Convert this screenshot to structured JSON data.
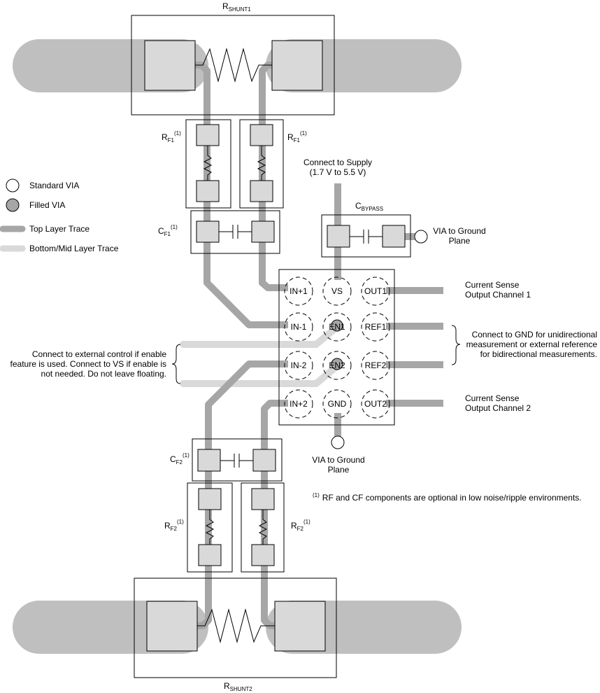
{
  "components": {
    "rshunt1": {
      "main": "R",
      "sub": "SHUNT1"
    },
    "rshunt2": {
      "main": "R",
      "sub": "SHUNT2"
    },
    "rf1": {
      "main": "R",
      "sub": "F1",
      "note": "(1)"
    },
    "rf2": {
      "main": "R",
      "sub": "F2",
      "note": "(1)"
    },
    "cf1": {
      "main": "C",
      "sub": "F1",
      "note": "(1)"
    },
    "cf2": {
      "main": "C",
      "sub": "F2",
      "note": "(1)"
    },
    "cbypass": {
      "main": "C",
      "sub": "BYPASS"
    }
  },
  "legend": {
    "items": [
      {
        "label": "Standard VIA",
        "icon": "white-circle"
      },
      {
        "label": "Filled VIA",
        "icon": "gray-circle"
      },
      {
        "label": "Top Layer Trace",
        "color": "#a6a6a6"
      },
      {
        "label": "Bottom/Mid Layer Trace",
        "color": "#d9d9d9"
      }
    ]
  },
  "ic": {
    "pins": [
      {
        "id": "in1p",
        "label": "IN+1"
      },
      {
        "id": "vs",
        "label": "VS"
      },
      {
        "id": "out1",
        "label": "OUT1"
      },
      {
        "id": "in1m",
        "label": "IN-1"
      },
      {
        "id": "en1",
        "label": "EN1"
      },
      {
        "id": "ref1",
        "label": "REF1"
      },
      {
        "id": "in2m",
        "label": "IN-2"
      },
      {
        "id": "en2",
        "label": "EN2"
      },
      {
        "id": "ref2",
        "label": "REF2"
      },
      {
        "id": "in2p",
        "label": "IN+2"
      },
      {
        "id": "gnd",
        "label": "GND"
      },
      {
        "id": "out2",
        "label": "OUT2"
      }
    ]
  },
  "annotations": {
    "supply_line1": "Connect to Supply",
    "supply_line2": "(1.7 V to 5.5 V)",
    "via_ground_top_line1": "VIA to Ground",
    "via_ground_top_line2": "Plane",
    "via_ground_bottom_line1": "VIA to Ground",
    "via_ground_bottom_line2": "Plane",
    "out1_line1": "Current Sense",
    "out1_line2": "Output Channel 1",
    "out2_line1": "Current Sense",
    "out2_line2": "Output Channel 2",
    "ref_line1": "Connect to GND for unidirectional",
    "ref_line2": "measurement or external reference",
    "ref_line3": "for bidirectional measurements.",
    "enable_line1": "Connect to external control if enable",
    "enable_line2": "feature is used.  Connect to VS if enable is",
    "enable_line3": "not needed.  Do not leave floating.",
    "footnote_mark": "(1)",
    "footnote_text": "RF and CF components are optional in low noise/ripple environments."
  },
  "colors": {
    "top_trace": "#a6a6a6",
    "bottom_trace": "#d9d9d9",
    "pad_fill": "#d9d9d9",
    "bar_fill": "#bfbfbf",
    "filled_via": "#a6a6a6",
    "outline": "#000000"
  }
}
